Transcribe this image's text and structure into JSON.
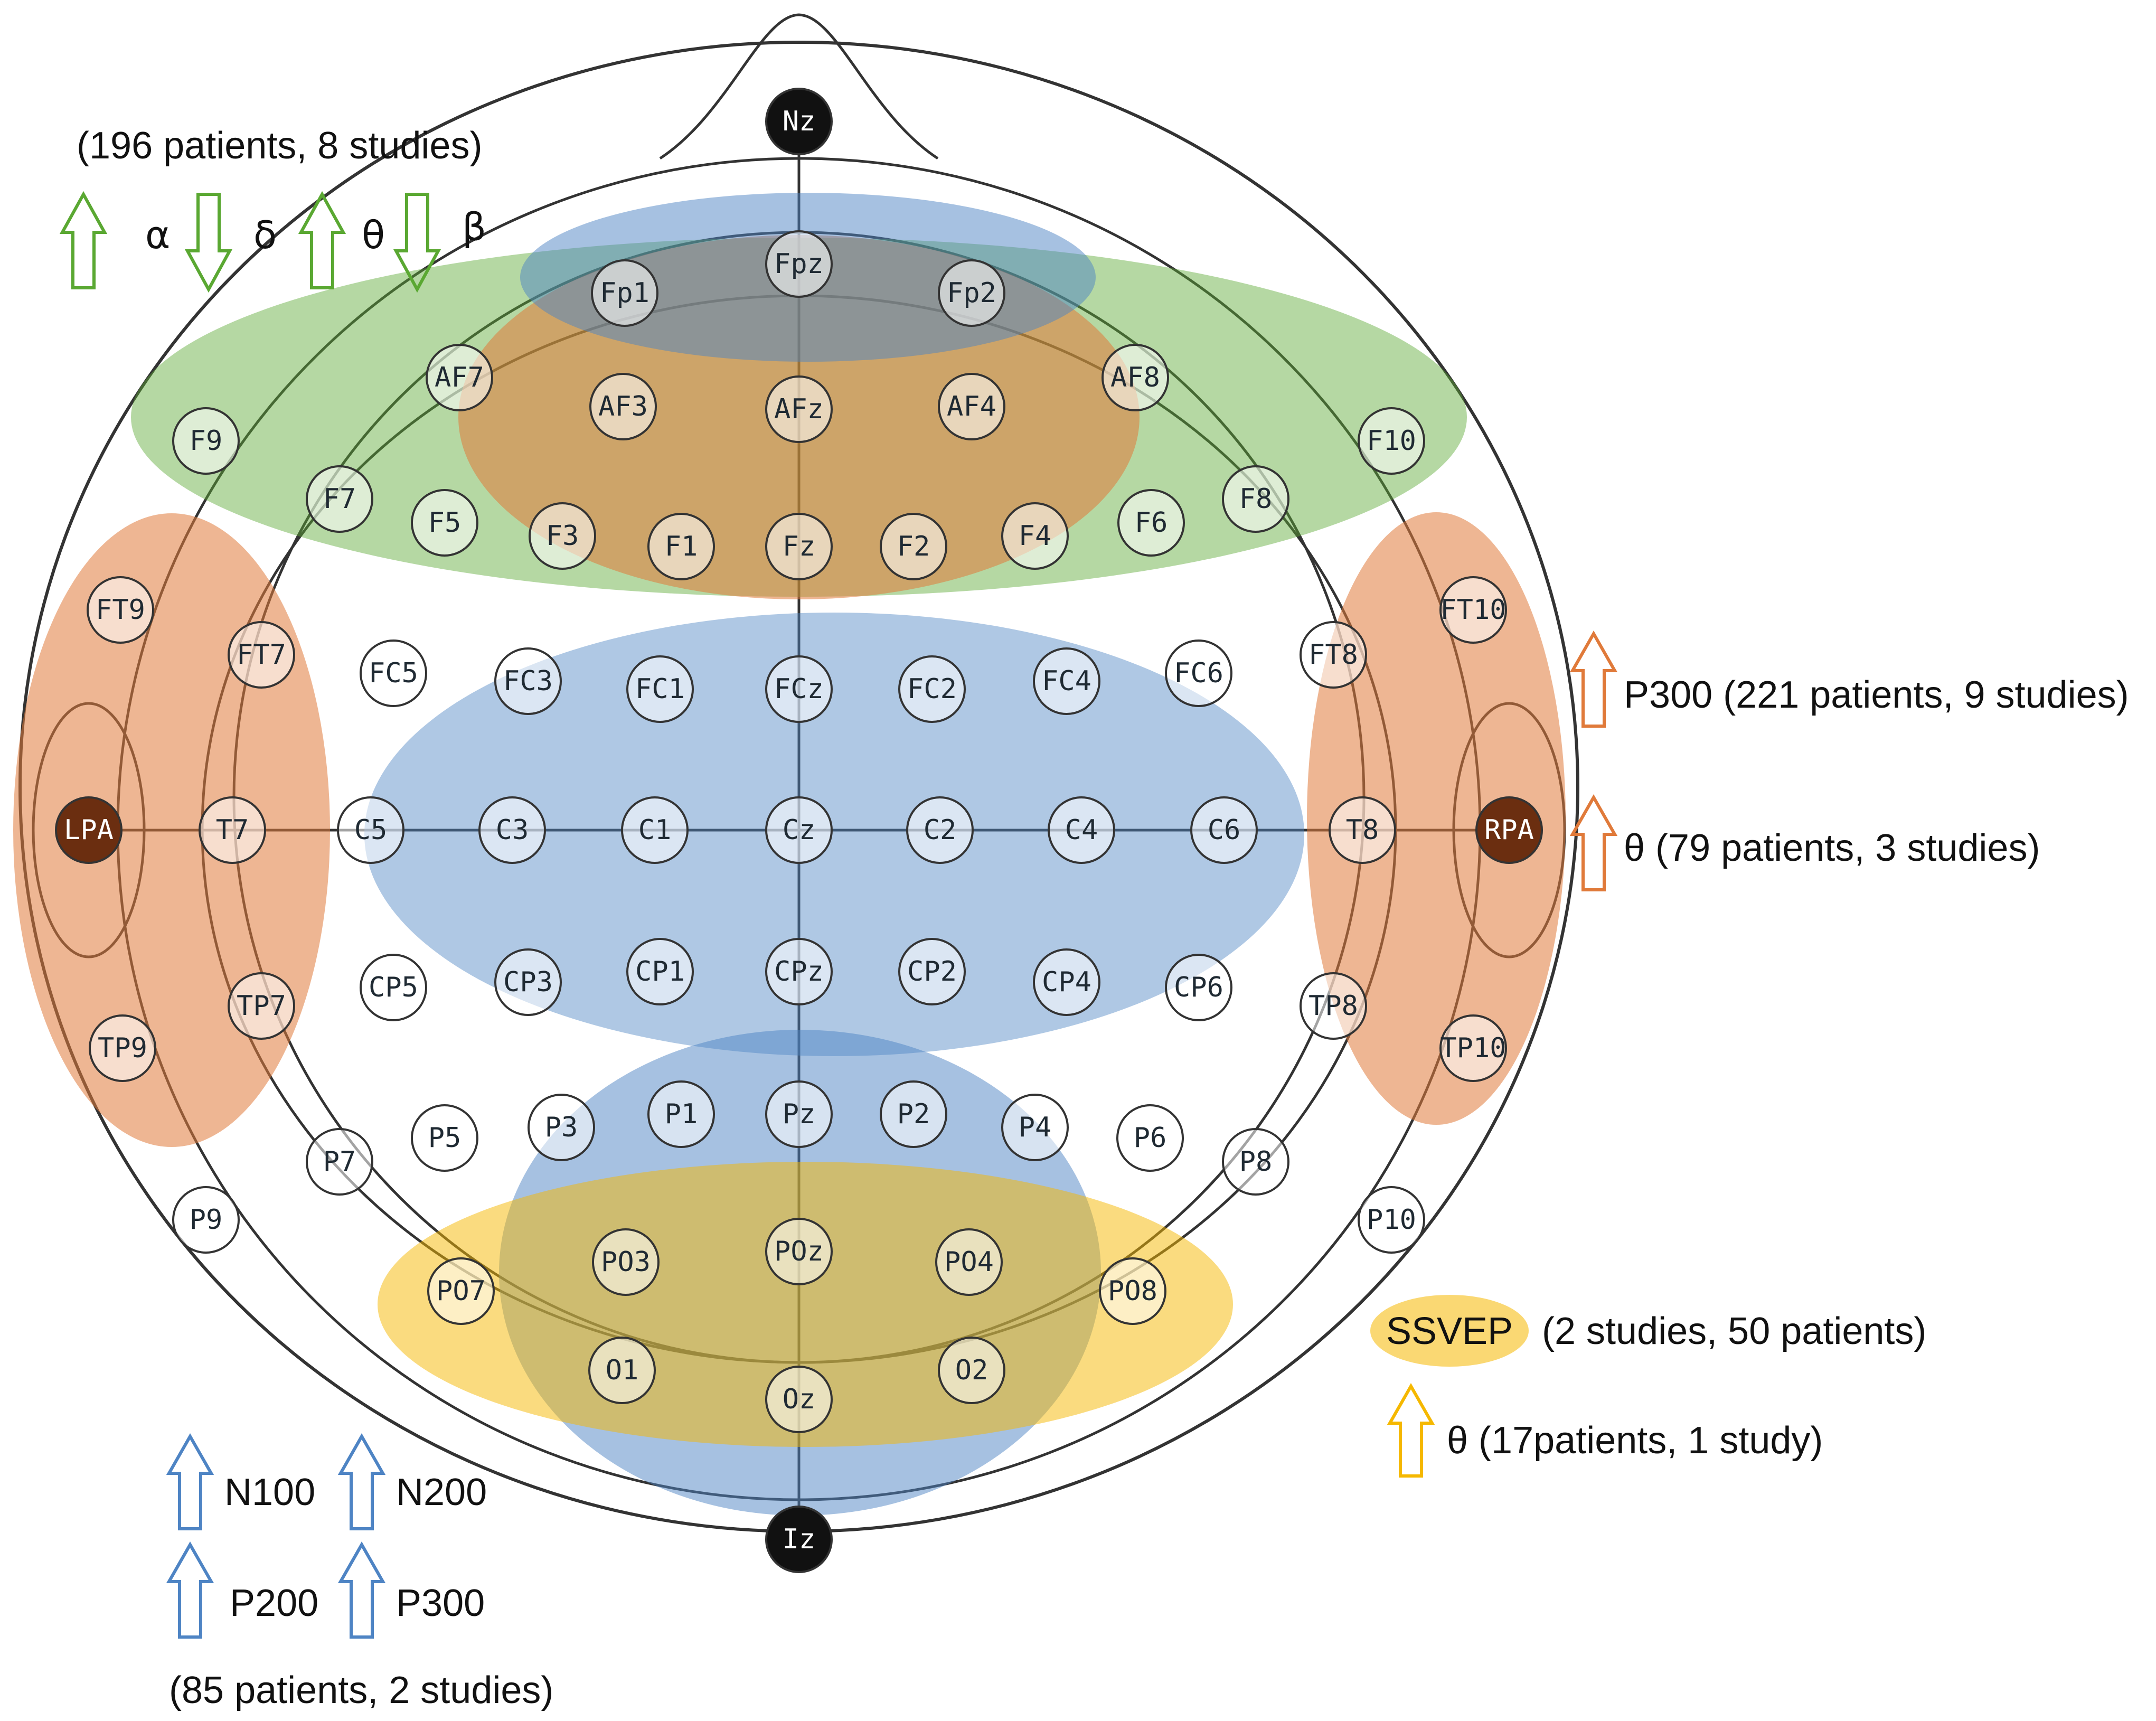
{
  "colors": {
    "green": "#5aa832",
    "blue": "#4e84c4",
    "orange": "#e07a3a",
    "yellow": "#f5b800",
    "lpa_rpa": "#6b2e10",
    "nz_iz": "#111111"
  },
  "annotations": {
    "green_count": "(196 patients, 8 studies)",
    "green_bands": {
      "alpha": "α",
      "delta": "δ",
      "theta": "θ",
      "beta": "β"
    },
    "orange_p300": "P300 (221 patients, 9 studies)",
    "orange_theta": "θ (79 patients, 3 studies)",
    "ssvep_label": "SSVEP",
    "ssvep_count": "(2 studies, 50 patients)",
    "yellow_theta": "θ (17patients, 1 study)",
    "blue_n100": "N100",
    "blue_n200": "N200",
    "blue_p200": "P200",
    "blue_p300": "P300",
    "blue_count": "(85 patients, 2 studies)"
  },
  "electrodes": [
    "Nz",
    "Fp1",
    "Fpz",
    "Fp2",
    "AF7",
    "AF3",
    "AFz",
    "AF4",
    "AF8",
    "F9",
    "F7",
    "F5",
    "F3",
    "F1",
    "Fz",
    "F2",
    "F4",
    "F6",
    "F8",
    "F10",
    "FT9",
    "FT7",
    "FC5",
    "FC3",
    "FC1",
    "FCz",
    "FC2",
    "FC4",
    "FC6",
    "FT8",
    "FT10",
    "LPA",
    "T7",
    "C5",
    "C3",
    "C1",
    "Cz",
    "C2",
    "C4",
    "C6",
    "T8",
    "RPA",
    "CP5",
    "CP3",
    "CP1",
    "CPz",
    "CP2",
    "CP4",
    "CP6",
    "TP7",
    "TP8",
    "TP9",
    "TP10",
    "P9",
    "P7",
    "P5",
    "P3",
    "P1",
    "Pz",
    "P2",
    "P4",
    "P6",
    "P8",
    "P10",
    "PO7",
    "PO3",
    "POz",
    "PO4",
    "PO8",
    "O1",
    "Oz",
    "O2",
    "Iz"
  ]
}
